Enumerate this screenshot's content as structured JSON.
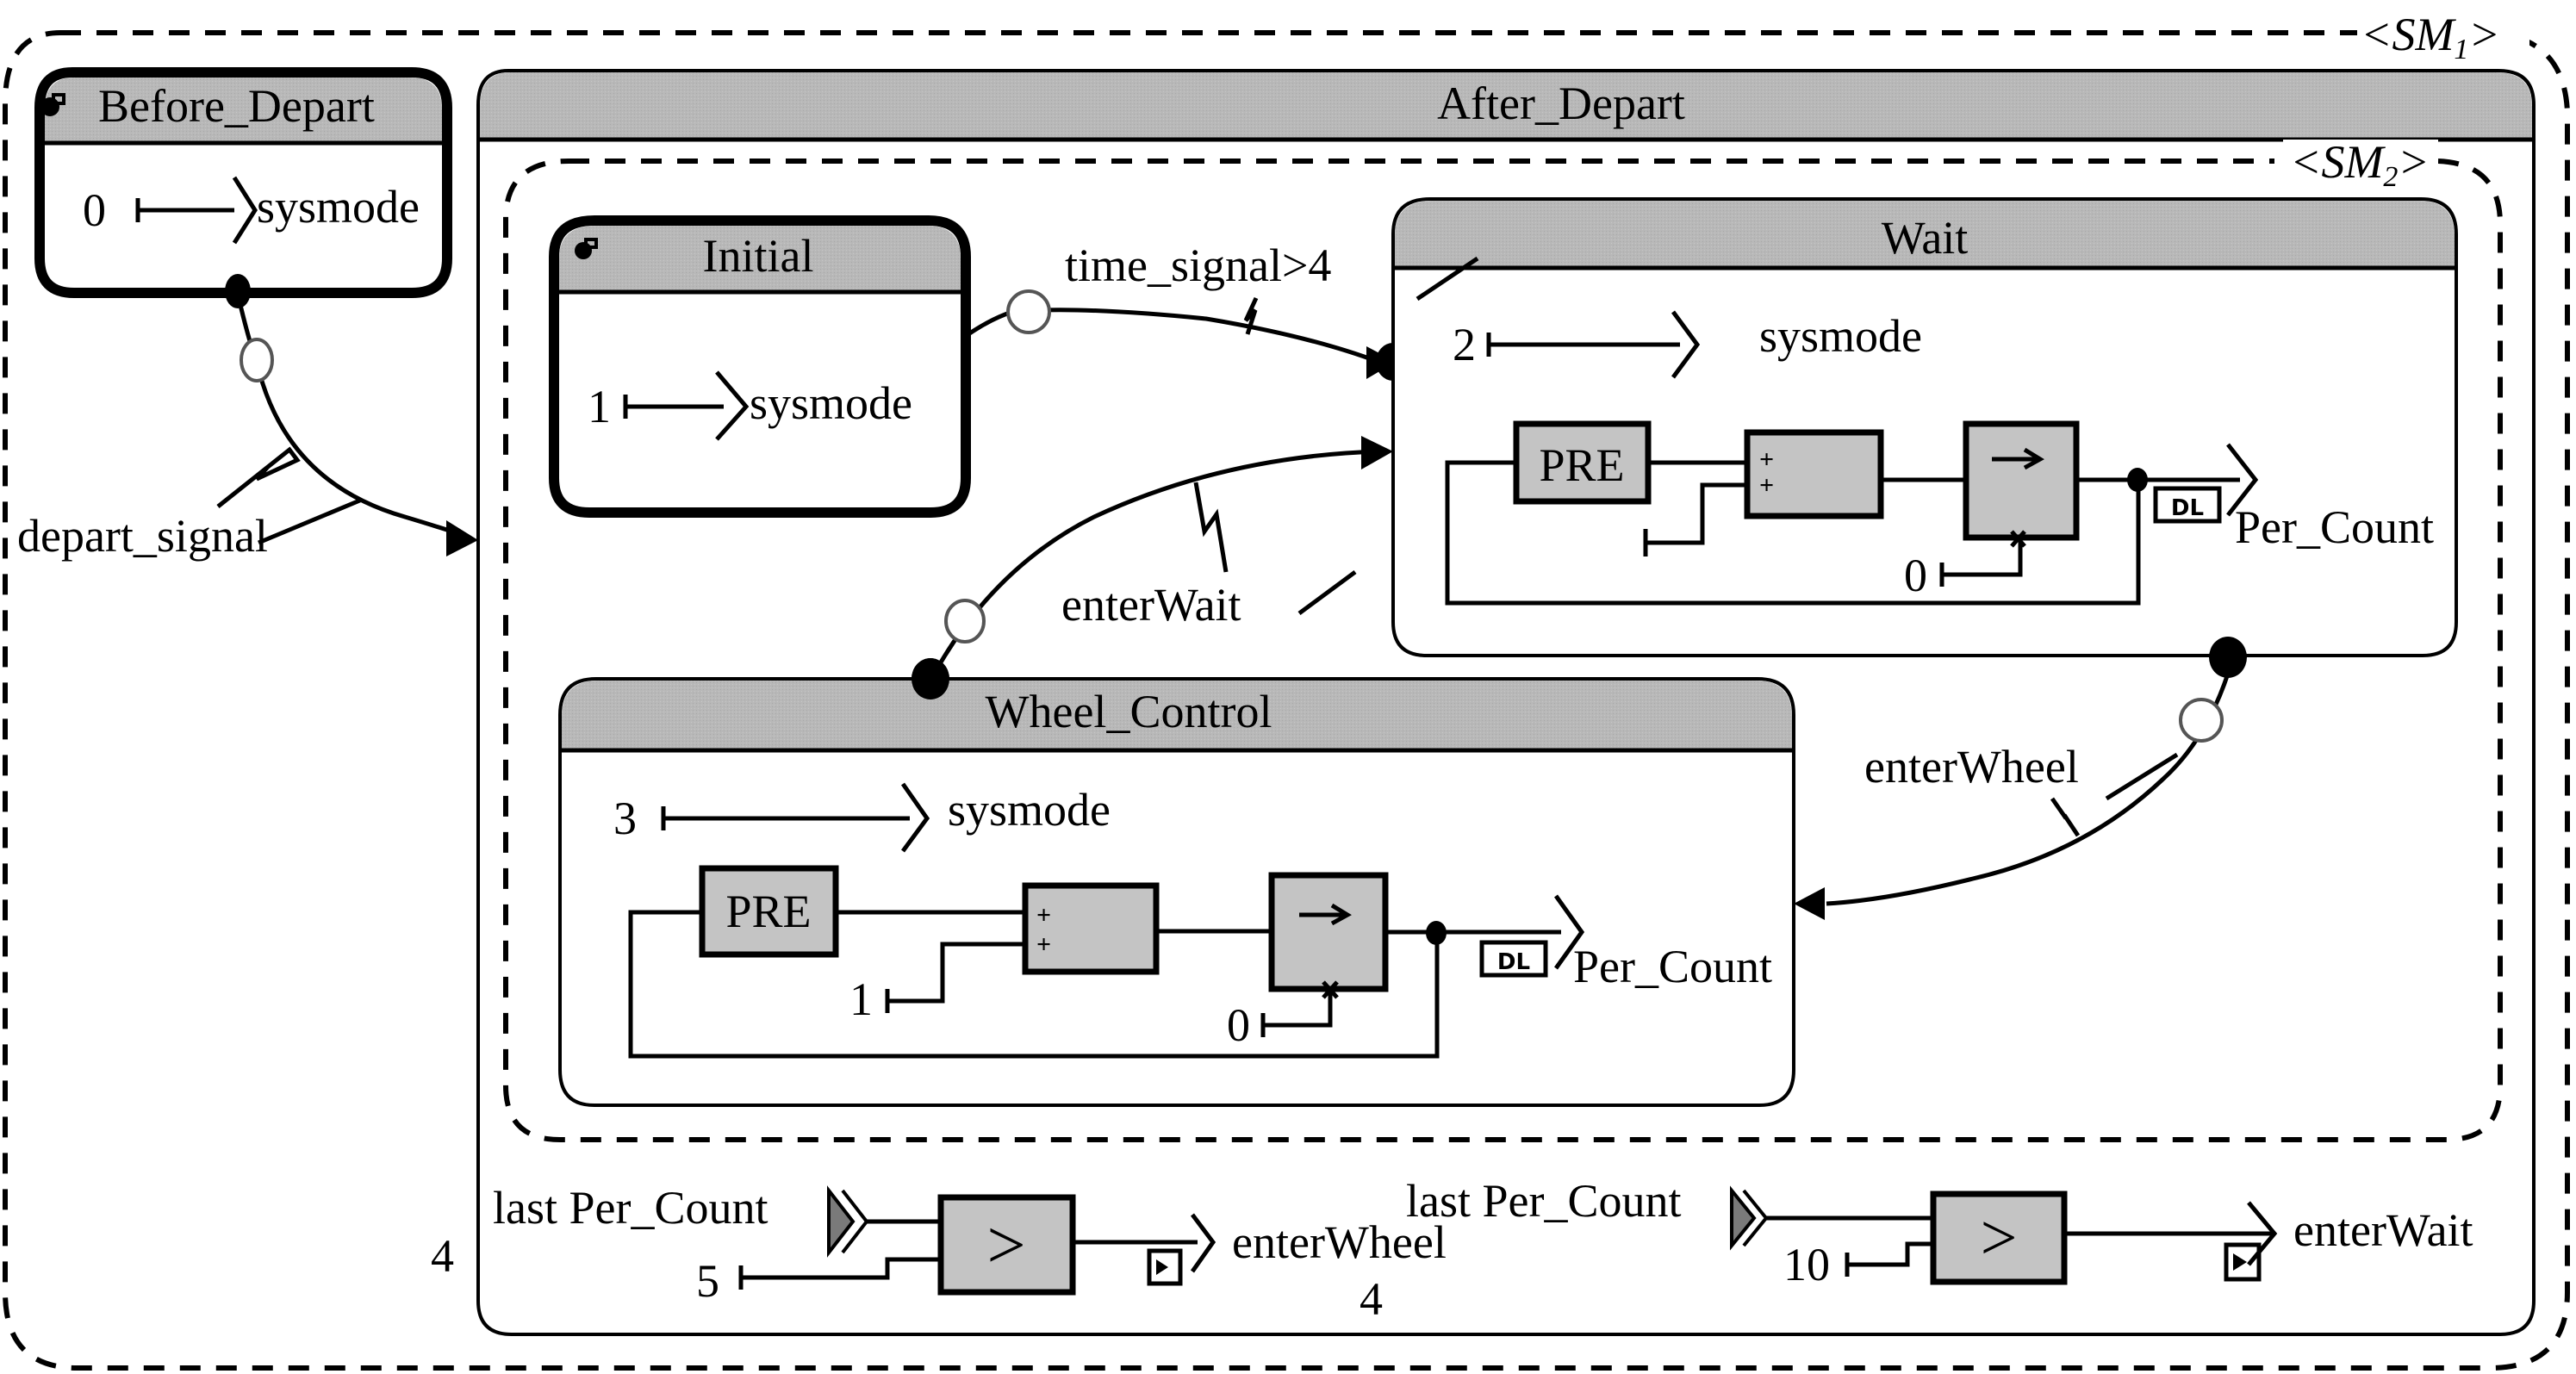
{
  "sm1": {
    "label": "<SM",
    "sub": "1",
    "close": ">"
  },
  "sm2": {
    "label": "<SM",
    "sub": "2",
    "close": ">"
  },
  "states": {
    "before_depart": {
      "title": "Before_Depart",
      "initial": true,
      "value": "0",
      "output": "sysmode"
    },
    "after_depart": {
      "title": "After_Depart"
    },
    "initial": {
      "title": "Initial",
      "initial": true,
      "value": "1",
      "output": "sysmode"
    },
    "wait": {
      "title": "Wait",
      "value": "2",
      "output": "sysmode",
      "pre_label": "PRE",
      "sum_signs": [
        "+",
        "+"
      ],
      "sum_const": "",
      "fby_const": "0",
      "last_badge": "DL",
      "flow_output": "Per_Count"
    },
    "wheel_control": {
      "title": "Wheel_Control",
      "value": "3",
      "output": "sysmode",
      "pre_label": "PRE",
      "sum_signs": [
        "+",
        "+"
      ],
      "sum_const": "1",
      "fby_const": "0",
      "last_badge": "DL",
      "flow_output": "Per_Count"
    }
  },
  "transitions": {
    "depart": {
      "trigger": "depart_signal"
    },
    "time": {
      "trigger": "time_signal>4"
    },
    "enter_wait": {
      "trigger": "enterWait"
    },
    "enter_wheel": {
      "trigger": "enterWheel"
    }
  },
  "after_depart_flows": {
    "left_index": "4",
    "compare1": {
      "input": "last Per_Count",
      "const": "5",
      "op": ">",
      "output": "enterWheel",
      "below": "4"
    },
    "compare2": {
      "input": "last Per_Count",
      "const": "10",
      "op": ">",
      "output": "enterWait"
    }
  }
}
